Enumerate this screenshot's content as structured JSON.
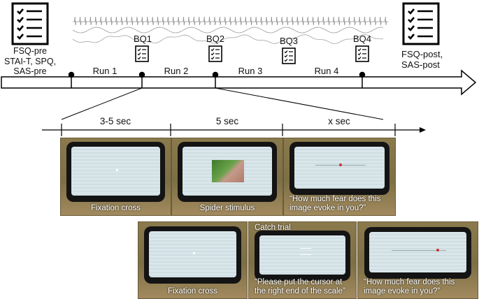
{
  "questionnaires": {
    "pre": "FSQ-pre\nSTAI-T, SPQ,\nSAS-pre",
    "post": "FSQ-post,\nSAS-post"
  },
  "runs": [
    "Run 1",
    "Run 2",
    "Run 3",
    "Run 4"
  ],
  "bq": [
    "BQ1",
    "BQ2",
    "BQ3",
    "BQ4"
  ],
  "trial_timeline": {
    "segments": [
      "3-5 sec",
      "5 sec",
      "x sec"
    ]
  },
  "trial_1": {
    "fixation": "Fixation cross",
    "spider": "Spider stimulus",
    "rating": "“How much fear does this\nimage evoke in you?”"
  },
  "trial_2": {
    "catch_label": "Catch trial",
    "fixation": "Fixation cross",
    "catch_instruction": "“Please put the cursor at\nthe right end of the scale”",
    "rating": "“How much fear does this\nimage evoke in you?”"
  }
}
